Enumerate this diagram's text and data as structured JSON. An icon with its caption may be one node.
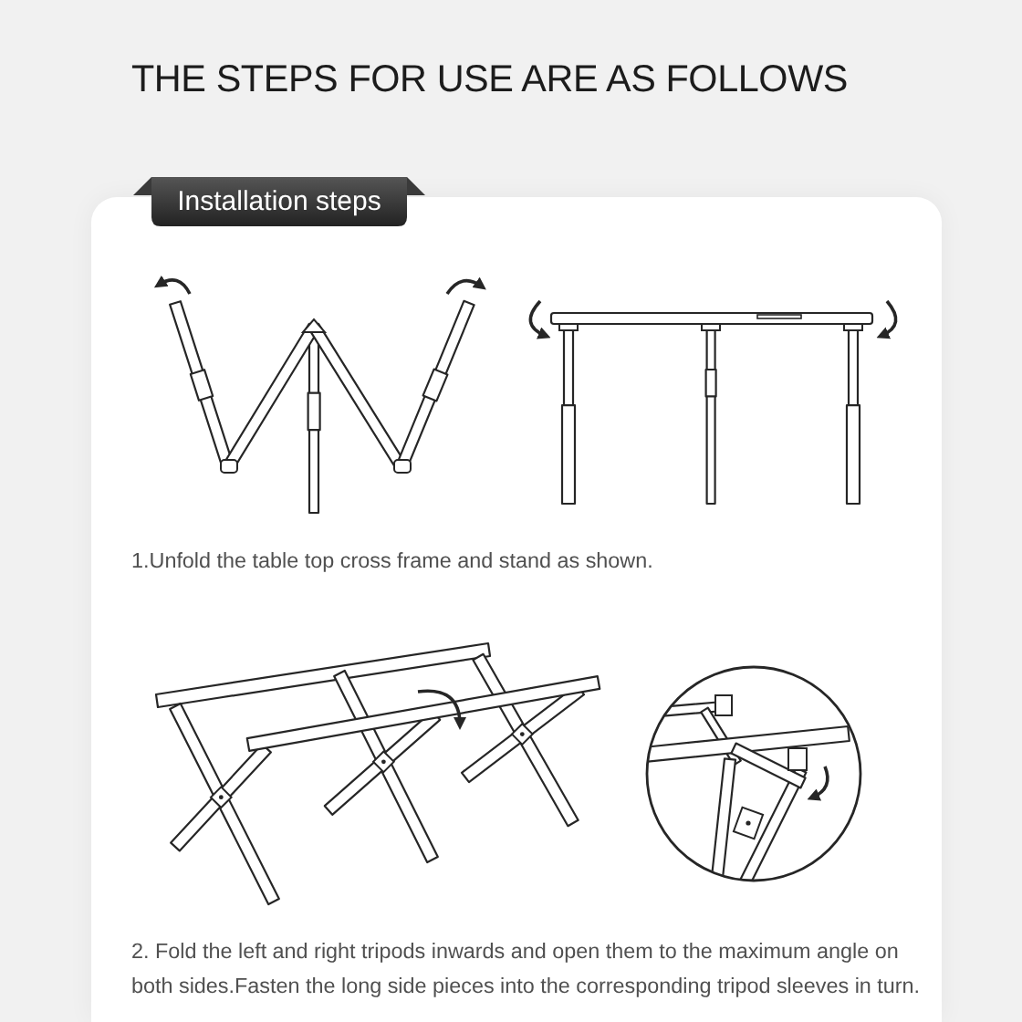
{
  "diagram": {
    "title": "THE STEPS FOR USE ARE AS FOLLOWS",
    "nodes": [
      {
        "text": [
          "Installation steps"
        ]
      }
    ],
    "labels": [
      "1.Unfold the table top cross frame and stand as shown.",
      "2. Fold the left and right tripods inwards and open them to the maximum angle on both sides.Fasten the long side pieces into the corresponding tripod sleeves in turn."
    ]
  }
}
